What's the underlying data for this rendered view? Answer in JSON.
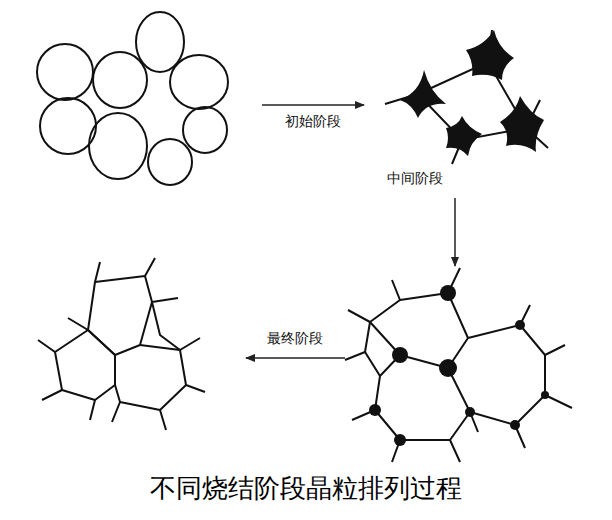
{
  "diagram": {
    "caption": "不同烧结阶段晶粒排列过程",
    "labels": [
      "初始阶段",
      "中间阶段",
      "最终阶段"
    ]
  }
}
